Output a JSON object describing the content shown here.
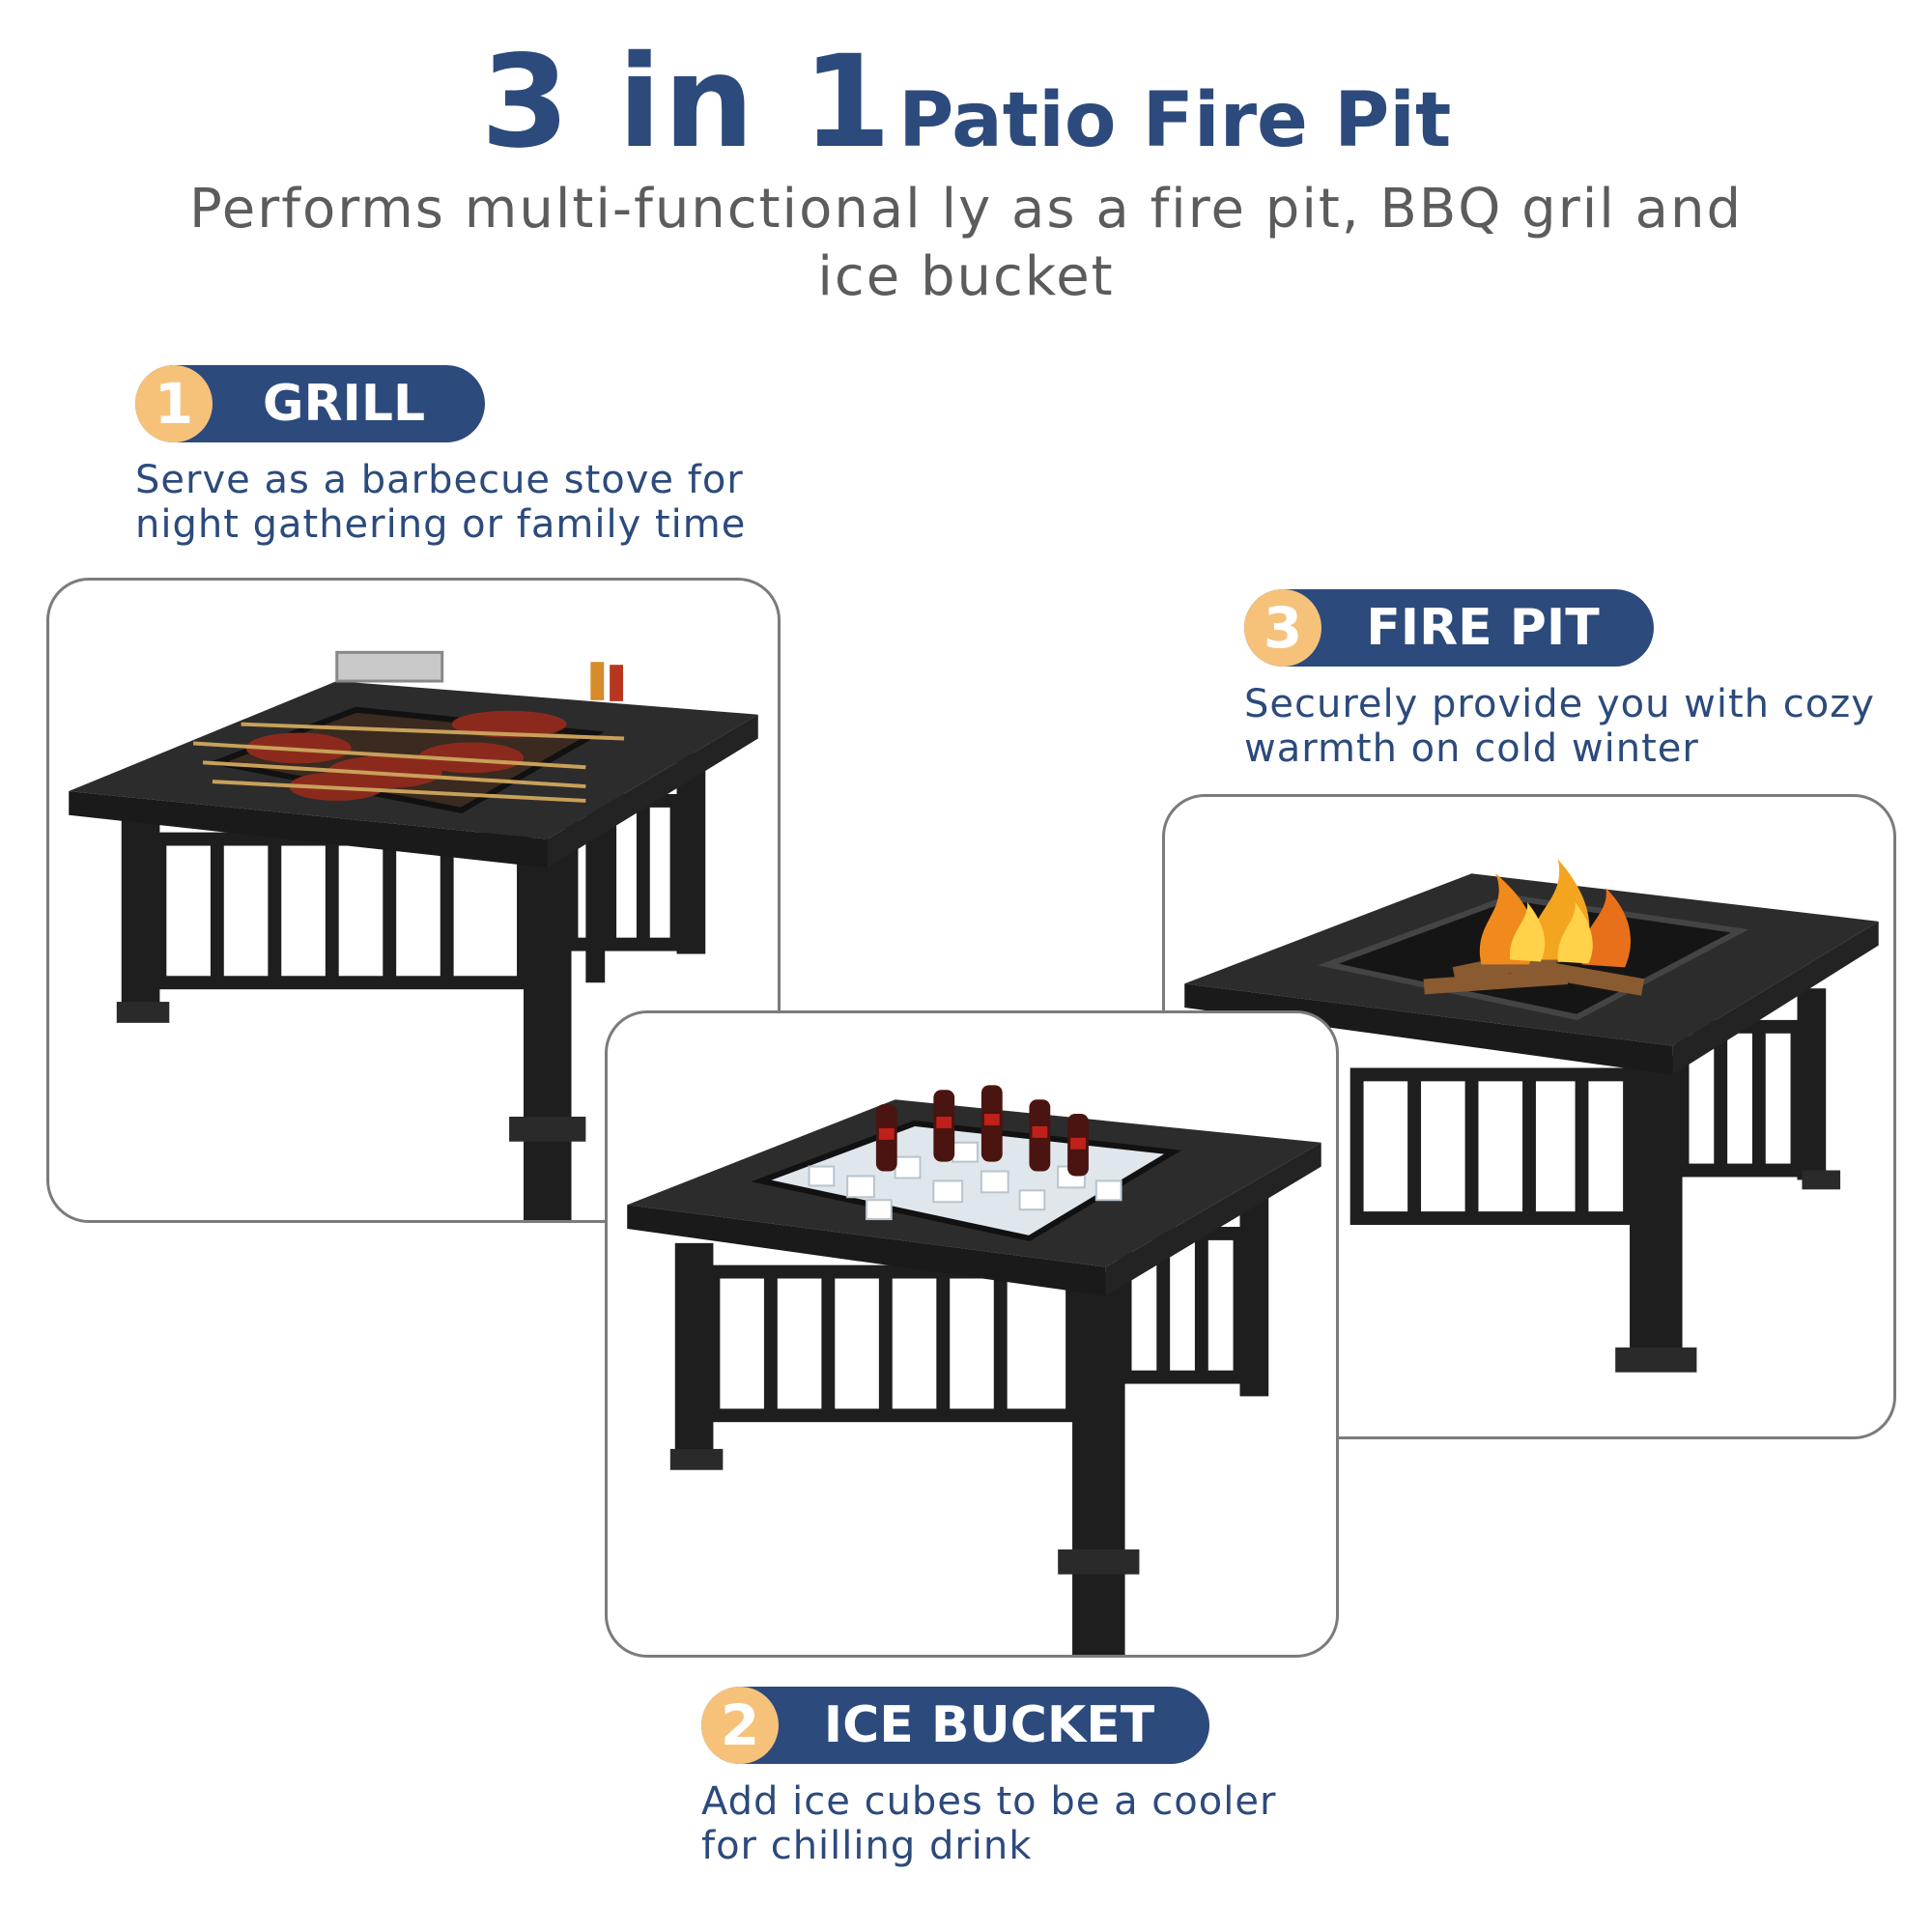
{
  "header": {
    "title_big": "3 in 1",
    "title_rest": "Patio Fire Pit",
    "subtitle_line1": "Performs multi-functional ly as a fire pit, BBQ gril and",
    "subtitle_line2": "ice bucket"
  },
  "features": [
    {
      "number": "1",
      "label": "GRILL",
      "desc_line1": "Serve as a barbecue stove for",
      "desc_line2": "night gathering or family time",
      "image": "fire-pit-with-grill-skewers"
    },
    {
      "number": "2",
      "label": "ICE BUCKET",
      "desc_line1": "Add ice cubes to be a cooler",
      "desc_line2": "for chilling drink",
      "image": "fire-pit-with-ice-and-bottles"
    },
    {
      "number": "3",
      "label": "FIRE PIT",
      "desc_line1": "Securely provide you with cozy",
      "desc_line2": "warmth on cold winter",
      "image": "fire-pit-with-burning-logs"
    }
  ],
  "colors": {
    "brand_blue": "#2c4a7c",
    "badge_orange": "#f6c27a",
    "subtitle_gray": "#5c5c5c",
    "card_border": "#7b7b7b"
  }
}
